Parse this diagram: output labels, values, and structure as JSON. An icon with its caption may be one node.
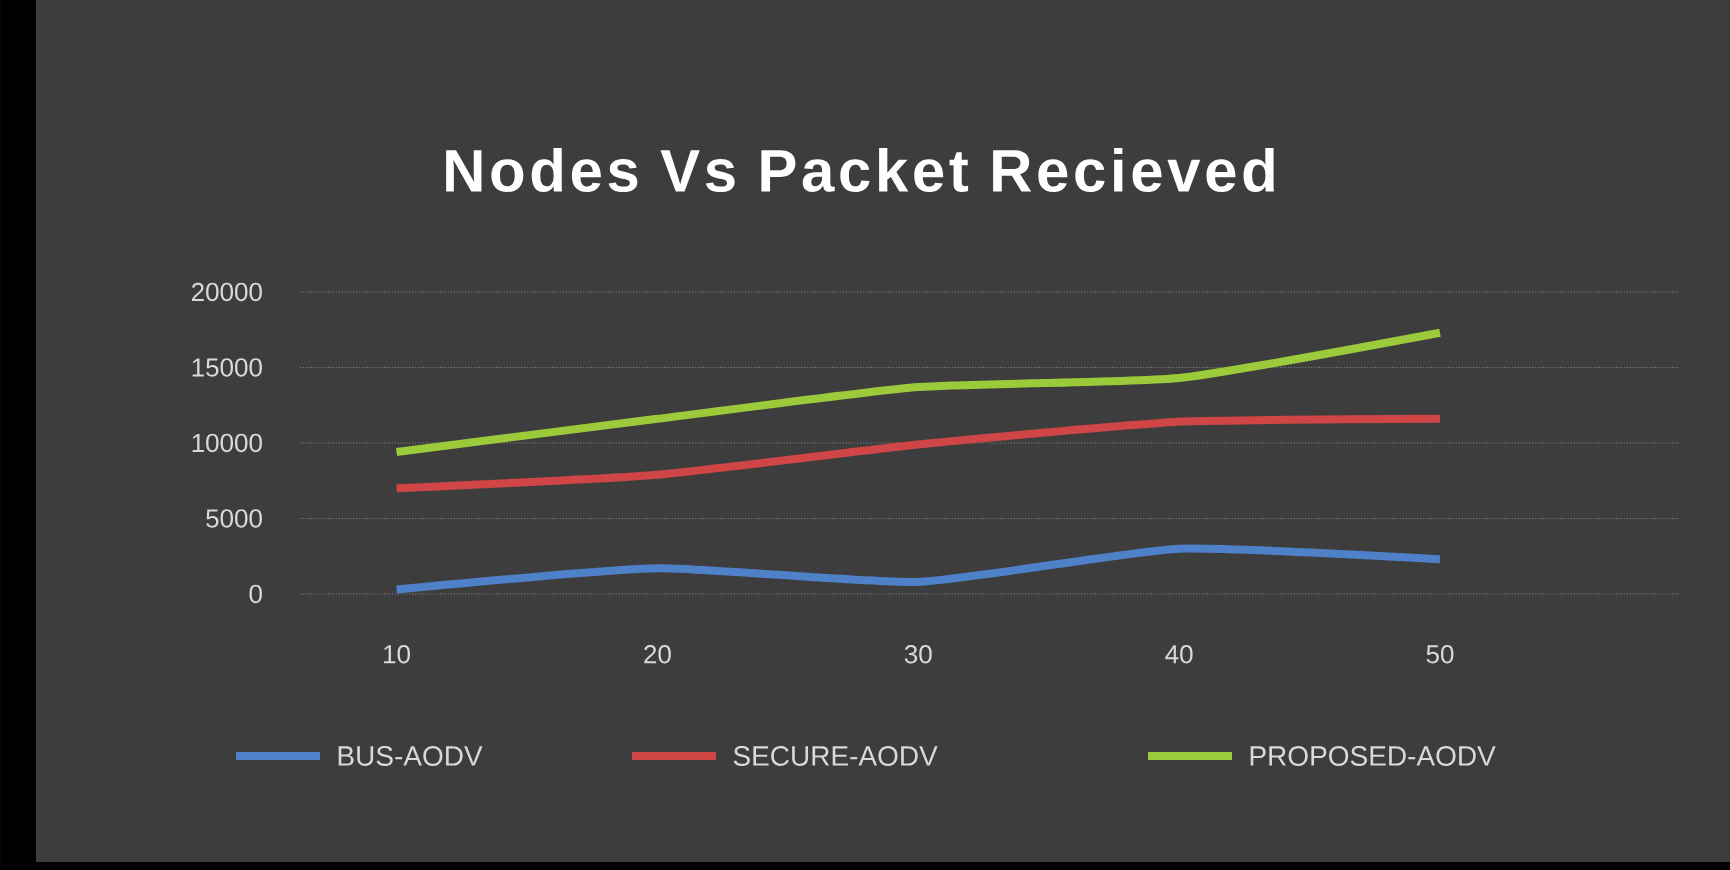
{
  "diagram": {
    "chart_data": {
      "type": "line",
      "title": "Nodes Vs Packet Recieved",
      "x": [
        10,
        20,
        30,
        40,
        50
      ],
      "series": [
        {
          "name": "BUS-AODV",
          "color": "#4f81c8",
          "values": [
            300,
            1700,
            800,
            3000,
            2300
          ]
        },
        {
          "name": "SECURE-AODV",
          "color": "#d04545",
          "values": [
            7000,
            7900,
            9900,
            11400,
            11600
          ]
        },
        {
          "name": "PROPOSED-AODV",
          "color": "#9bcb3b",
          "values": [
            9400,
            11600,
            13700,
            14300,
            17300
          ]
        }
      ],
      "xlim": [
        6.3,
        59.2
      ],
      "grid": "y",
      "legend": "bottom",
      "xticks": [
        10,
        20,
        30,
        40,
        50
      ],
      "ylim": [
        0,
        20000
      ],
      "yticks": [
        0,
        5000,
        10000,
        15000,
        20000
      ]
    }
  }
}
